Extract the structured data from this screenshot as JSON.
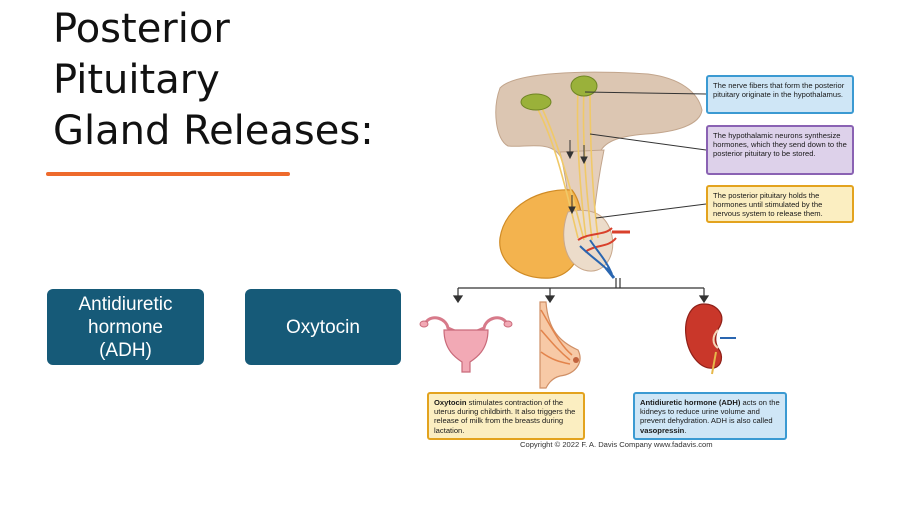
{
  "slide": {
    "title_lines": [
      "Posterior",
      "Pituitary",
      "Gland Releases:"
    ],
    "accent_color": "#ee6a2c",
    "card_color": "#165a78"
  },
  "cards": {
    "adh": [
      "Antidiuretic",
      "hormone",
      "(ADH)"
    ],
    "oxytocin": "Oxytocin"
  },
  "figure": {
    "callout_fibers": "The nerve fibers that form the posterior pituitary originate in the hypothalamus.",
    "callout_neurons": "The hypothalamic neurons synthesize hormones, which they send down to the posterior pituitary to be stored.",
    "callout_holds": "The posterior pituitary holds the hormones until stimulated by the nervous system to release them.",
    "oxytocin_caption": {
      "term": "Oxytocin",
      "text": " stimulates contraction of the uterus during childbirth. It also triggers the release of milk from the breasts during lactation."
    },
    "adh_caption": {
      "term": "Antidiuretic hormone (ADH)",
      "text1": " acts on the kidneys to reduce urine volume and prevent dehydration. ADH is also called ",
      "term2": "vasopressin",
      "text2": "."
    },
    "copyright": "Copyright © 2022 F. A. Davis Company www.fadavis.com"
  }
}
